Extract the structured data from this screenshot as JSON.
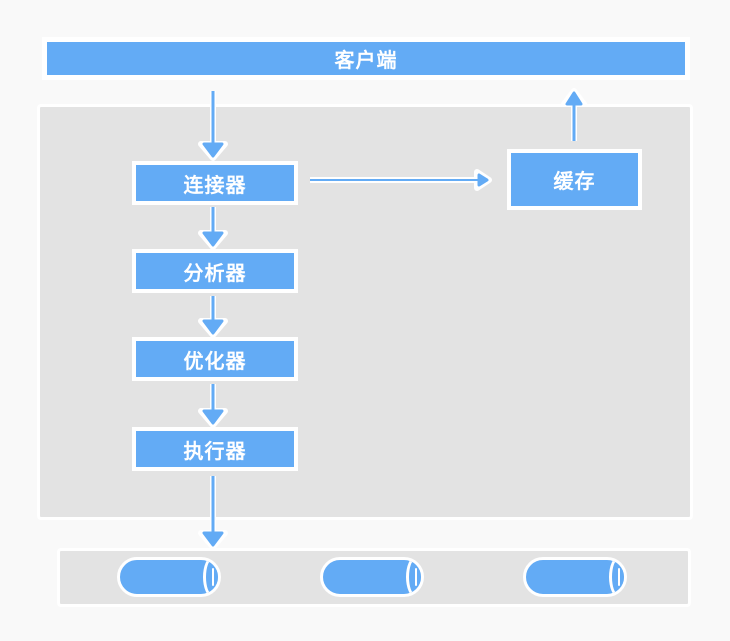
{
  "client": {
    "label": "客户端"
  },
  "nodes": {
    "connector": "连接器",
    "analyzer": "分析器",
    "optimizer": "优化器",
    "executor": "执行器",
    "cache": "缓存"
  },
  "storage": {
    "count": 3
  },
  "colors": {
    "box_fill": "#63abf5",
    "panel_fill": "#e3e3e3",
    "background": "#f9f9f9",
    "outline": "#ffffff"
  }
}
